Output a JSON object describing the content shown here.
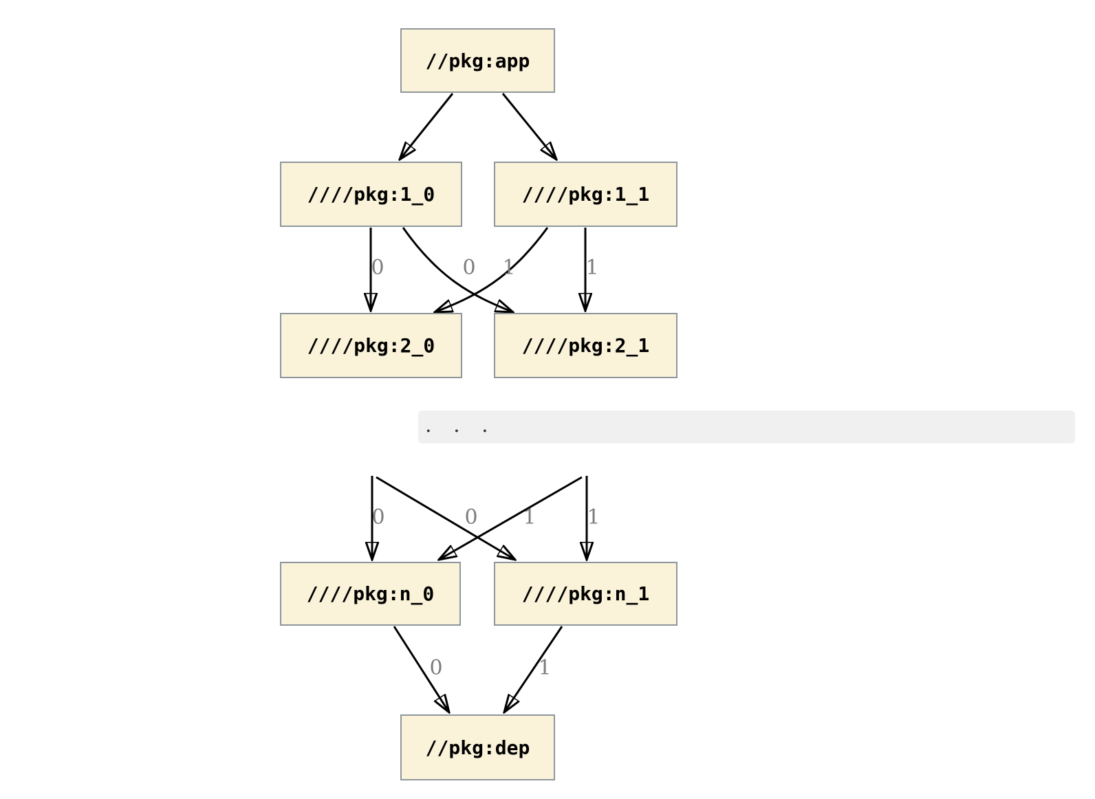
{
  "diagram": {
    "colors": {
      "node_fill": "#faf3d9",
      "node_border": "#8e969b",
      "edge_color": "#000000",
      "edge_label_color": "#7d7d7d",
      "band_fill": "#f0f0f0",
      "background": "#ffffff"
    },
    "nodes": [
      {
        "id": "app",
        "label": "//pkg:app"
      },
      {
        "id": "1_0",
        "label": "////pkg:1_0"
      },
      {
        "id": "1_1",
        "label": "////pkg:1_1"
      },
      {
        "id": "2_0",
        "label": "////pkg:2_0"
      },
      {
        "id": "2_1",
        "label": "////pkg:2_1"
      },
      {
        "id": "n_0",
        "label": "////pkg:n_0"
      },
      {
        "id": "n_1",
        "label": "////pkg:n_1"
      },
      {
        "id": "dep",
        "label": "//pkg:dep"
      }
    ],
    "ellipsis": ". . .",
    "edges": [
      {
        "from": "//pkg:app",
        "to": "////pkg:1_0",
        "label": ""
      },
      {
        "from": "//pkg:app",
        "to": "////pkg:1_1",
        "label": ""
      },
      {
        "from": "////pkg:1_0",
        "to": "////pkg:2_0",
        "label": "0"
      },
      {
        "from": "////pkg:1_1",
        "to": "////pkg:2_0",
        "label": "0"
      },
      {
        "from": "////pkg:1_0",
        "to": "////pkg:2_1",
        "label": "1"
      },
      {
        "from": "////pkg:1_1",
        "to": "////pkg:2_1",
        "label": "1"
      },
      {
        "from": "...",
        "to": "////pkg:n_0",
        "label": "0"
      },
      {
        "from": "...",
        "to": "////pkg:n_0",
        "label": "0"
      },
      {
        "from": "...",
        "to": "////pkg:n_1",
        "label": "1"
      },
      {
        "from": "...",
        "to": "////pkg:n_1",
        "label": "1"
      },
      {
        "from": "////pkg:n_0",
        "to": "//pkg:dep",
        "label": "0"
      },
      {
        "from": "////pkg:n_1",
        "to": "//pkg:dep",
        "label": "1"
      }
    ]
  }
}
